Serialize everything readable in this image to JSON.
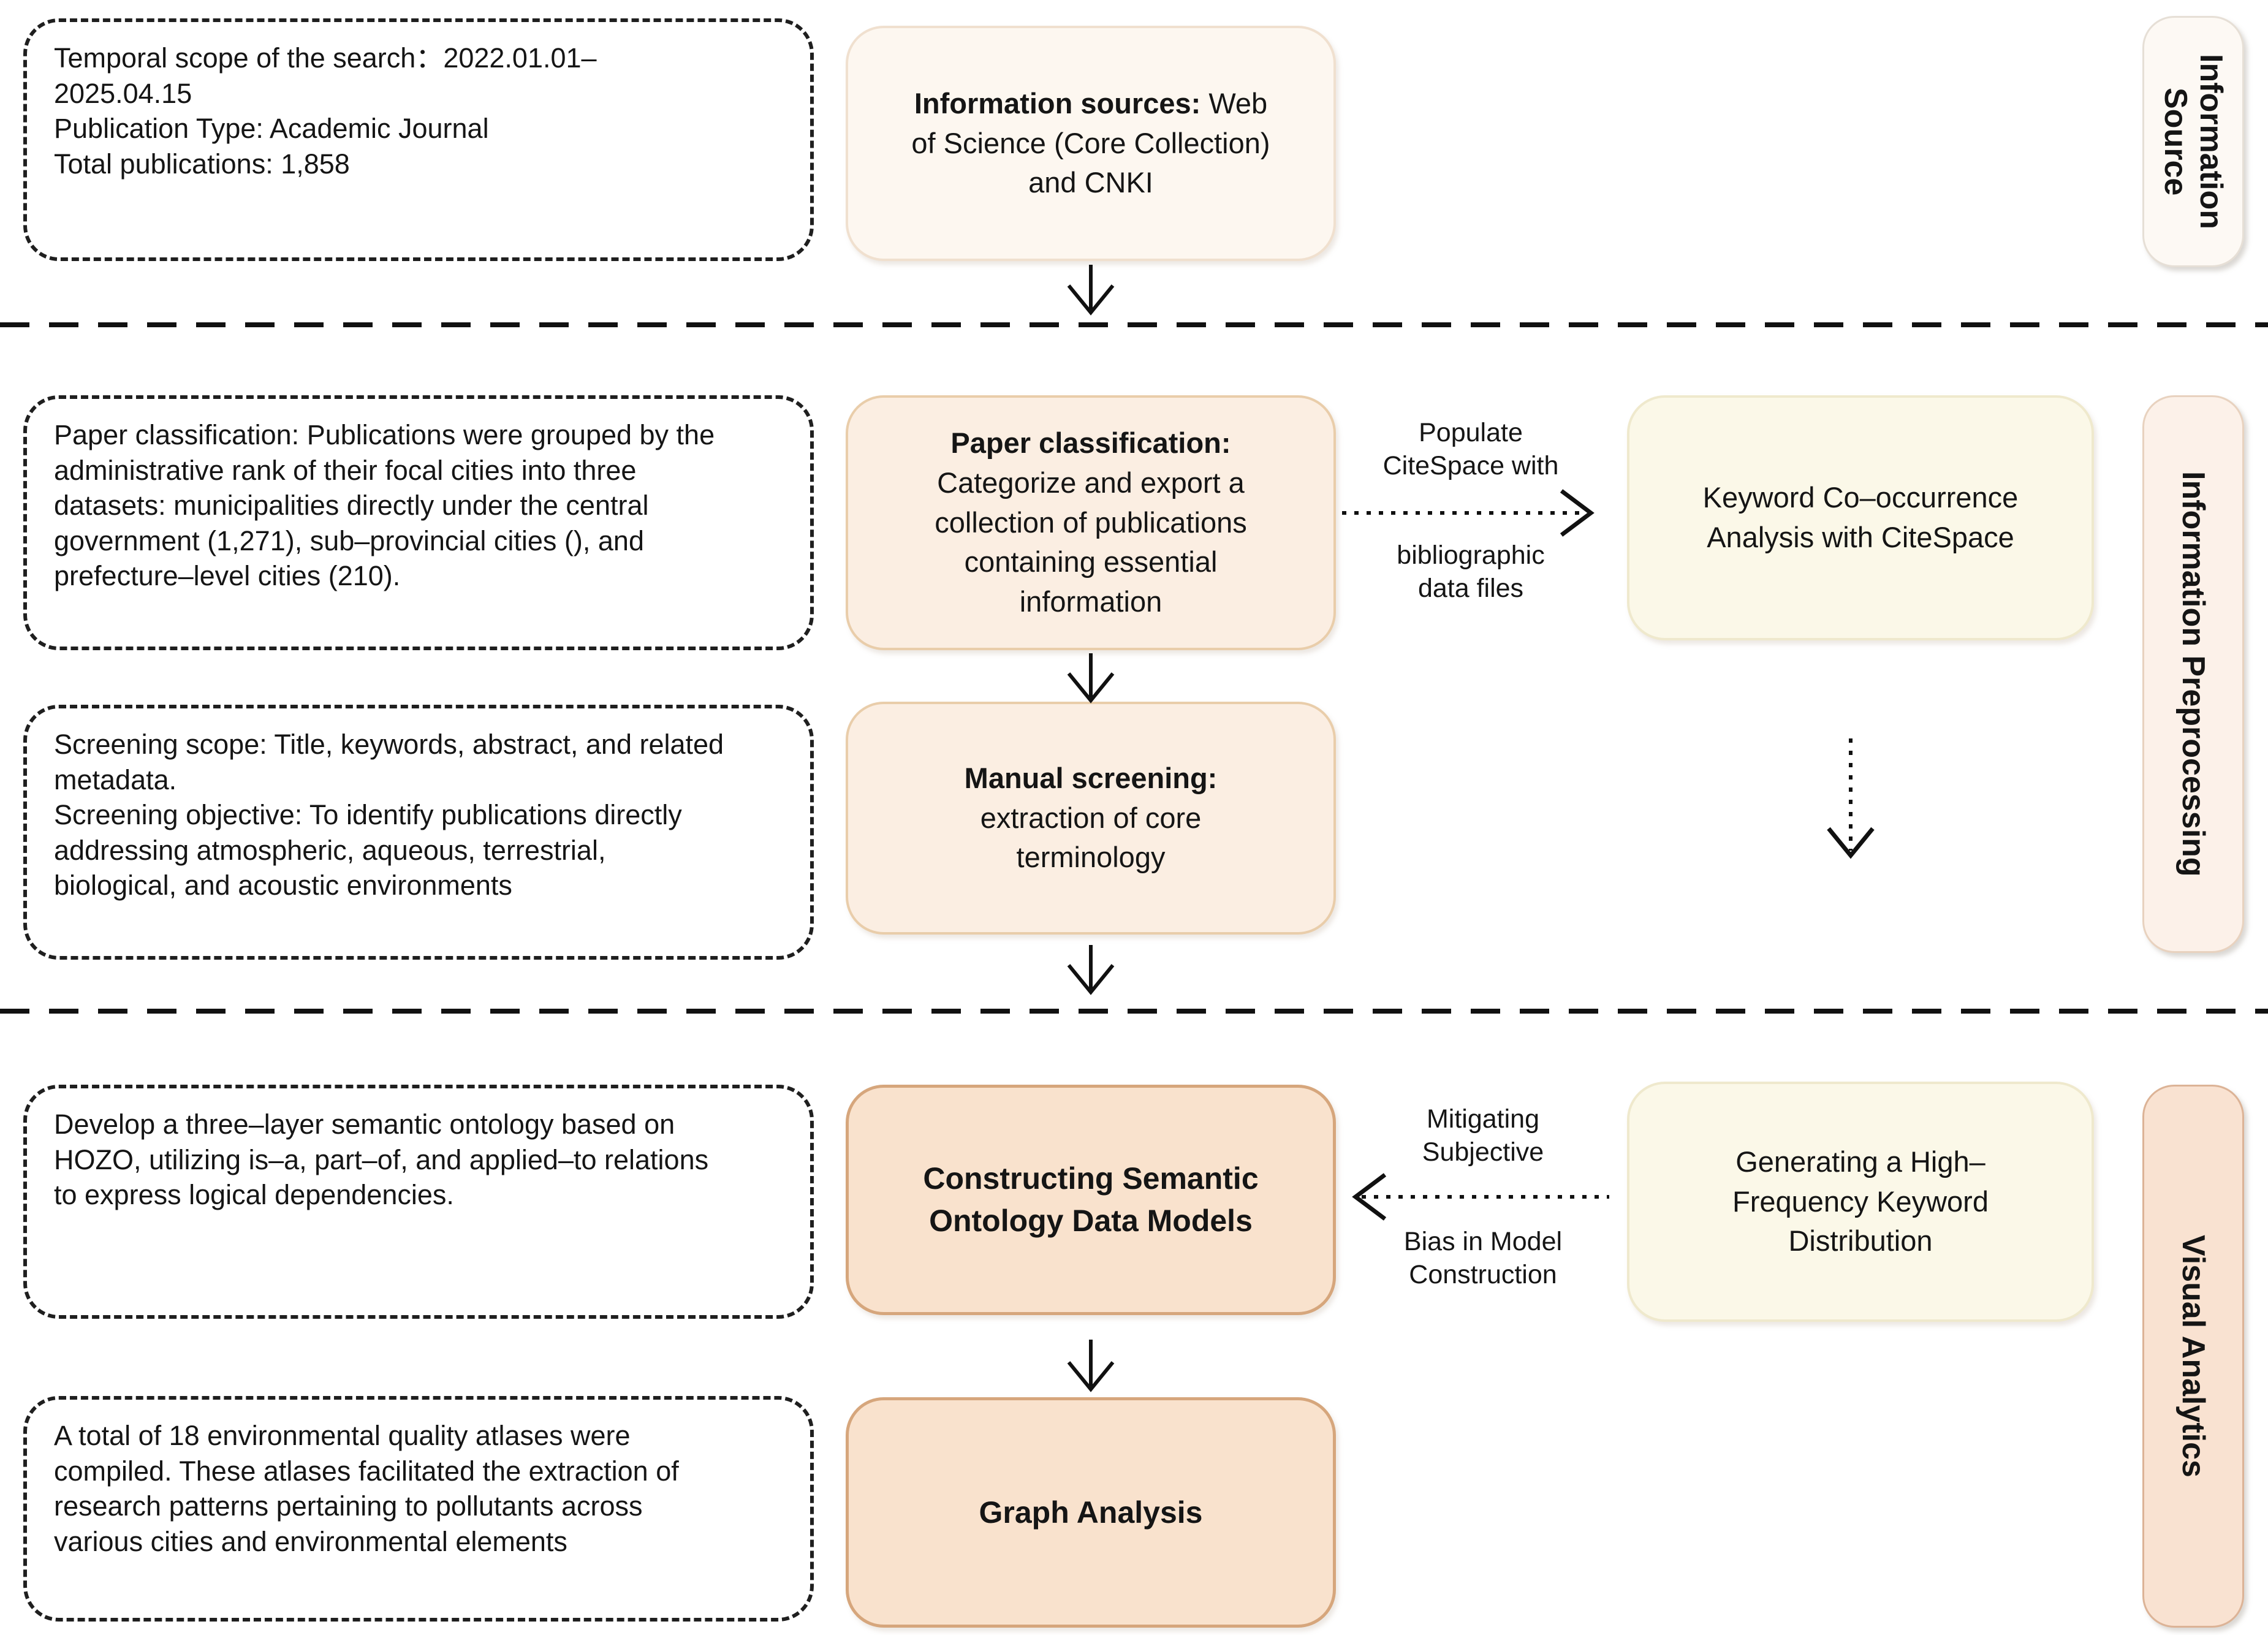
{
  "diagram": {
    "stage1": {
      "side_label": "Information\nSource",
      "note": "Temporal scope of the search：2022.01.01–\n2025.04.15\nPublication Type: Academic Journal\nTotal publications: 1,858",
      "center_title": "Information sources:",
      "center_body": " Web\nof Science (Core Collection)\nand CNKI"
    },
    "stage2": {
      "side_label": "Information Preprocessing",
      "note_classification": "Paper classification: Publications were grouped by the\nadministrative rank of their focal cities into three\ndatasets: municipalities directly under the central\ngovernment (1,271), sub–provincial cities (), and\nprefecture–level cities (210).",
      "classification_title": "Paper classification:",
      "classification_body": "\nCategorize and export a\ncollection of publications\ncontaining essential\ninformation",
      "arrow_label_top": "Populate\nCiteSpace with",
      "arrow_label_bottom": "bibliographic\ndata files",
      "keyword_box": "Keyword Co–occurrence\nAnalysis with CiteSpace",
      "note_screening": "Screening scope: Title, keywords, abstract, and related\nmetadata.\nScreening objective: To identify publications directly\naddressing atmospheric, aqueous, terrestrial,\nbiological, and acoustic environments",
      "screening_title": "Manual screening:",
      "screening_body": "\nextraction of core\nterminology"
    },
    "stage3": {
      "side_label": "Visual Analytics",
      "note_ontology": "Develop a three–layer semantic ontology based on\nHOZO, utilizing is–a, part–of, and applied–to relations\nto express logical dependencies.",
      "constructing_title": "Constructing Semantic\nOntology Data Models",
      "arrow_label_top": "Mitigating\nSubjective",
      "arrow_label_bottom": "Bias in Model\nConstruction",
      "distribution_box": "Generating a High–\nFrequency Keyword\nDistribution",
      "note_atlases": "A total of 18 environmental quality atlases were\ncompiled. These atlases facilitated the extraction of\nresearch patterns pertaining to pollutants across\nvarious cities and environmental elements",
      "graph_title": "Graph Analysis"
    }
  },
  "colors": {
    "cream_box_fill": "#fdf7f0",
    "cream_box_border": "#f0e0cf",
    "peach_light_fill": "#fbeee2",
    "peach_light_border": "#e9cdaa",
    "peach_fill": "#f9e2cd",
    "peach_border": "#d6a67c",
    "yellow_fill": "#fbf8e8",
    "yellow_border": "#efe9cd",
    "stage1_fill": "#fdf9f4",
    "stage2_fill": "#fcf1e9",
    "stage3_fill": "#f9e2d1",
    "line_color": "#111111"
  }
}
